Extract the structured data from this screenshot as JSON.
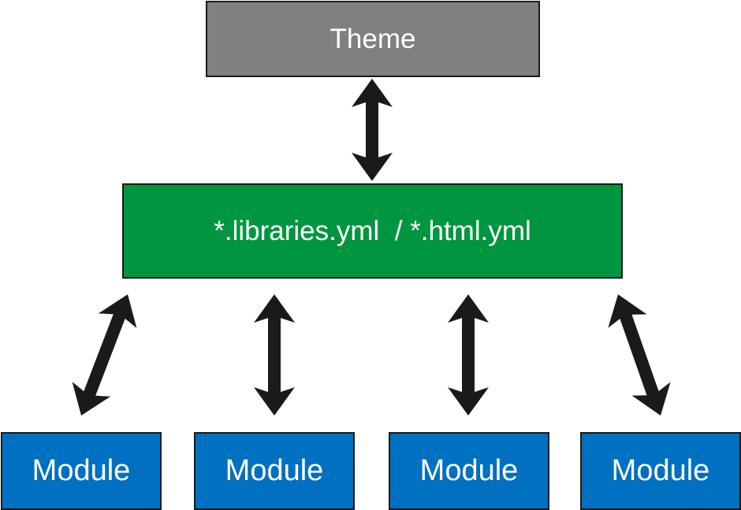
{
  "colors": {
    "theme_fill": "#808080",
    "libraries_fill": "#009640",
    "module_fill": "#0070c0",
    "arrow": "#1a1a1a",
    "text": "#ffffff"
  },
  "nodes": {
    "theme": {
      "label": "Theme"
    },
    "libraries": {
      "label": "*.libraries.yml  / *.html.yml"
    },
    "modules": [
      {
        "label": "Module"
      },
      {
        "label": "Module"
      },
      {
        "label": "Module"
      },
      {
        "label": "Module"
      }
    ]
  },
  "edges": [
    {
      "from": "theme",
      "to": "libraries",
      "type": "bidirectional"
    },
    {
      "from": "libraries",
      "to": "modules.0",
      "type": "bidirectional"
    },
    {
      "from": "libraries",
      "to": "modules.1",
      "type": "bidirectional"
    },
    {
      "from": "libraries",
      "to": "modules.2",
      "type": "bidirectional"
    },
    {
      "from": "libraries",
      "to": "modules.3",
      "type": "bidirectional"
    }
  ]
}
